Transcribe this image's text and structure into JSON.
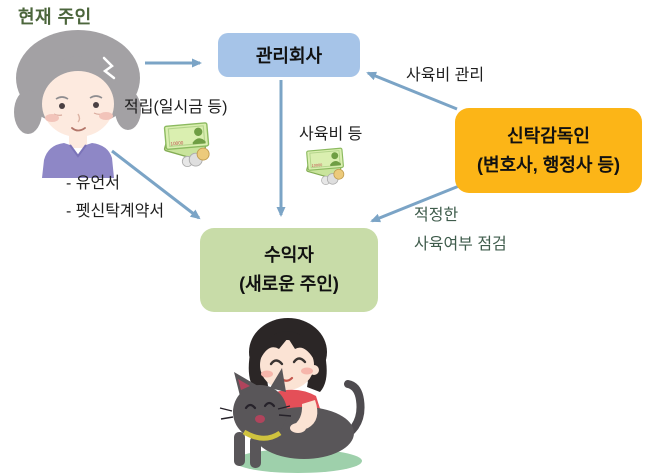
{
  "title": {
    "current_owner": "현재 주인"
  },
  "boxes": {
    "management_company": {
      "label": "관리회사",
      "bg": "#a6c4e8"
    },
    "trust_supervisor": {
      "line1": "신탁감독인",
      "line2": "(변호사, 행정사 등)",
      "bg": "#fcb517"
    },
    "beneficiary": {
      "line1": "수익자",
      "line2": "(새로운 주인)",
      "bg": "#c8dca8"
    }
  },
  "arrow_labels": {
    "deposit": "적립(일시금 등)",
    "care_fee": "사육비 등",
    "care_fee_management": "사육비 관리",
    "documents_line1": "- 유언서",
    "documents_line2": "- 펫신탁계약서",
    "proper_care_line1": "적정한",
    "proper_care_line2": "사육여부 점검"
  },
  "icons": {
    "money_deposit": "money-icon",
    "money_care_fee": "money-icon"
  },
  "illustrations": {
    "elderly_woman": "elderly-woman-illustration",
    "girl_with_cat": "girl-hugging-cat-illustration"
  },
  "colors": {
    "management_box_bg": "#a6c4e8",
    "supervisor_box_bg": "#fcb517",
    "beneficiary_box_bg": "#c8dca8",
    "arrow": "#7ba4c6",
    "heading_text": "#4c663c",
    "inspection_text": "#3f5c4c",
    "label_text": "#1f1f1f"
  }
}
